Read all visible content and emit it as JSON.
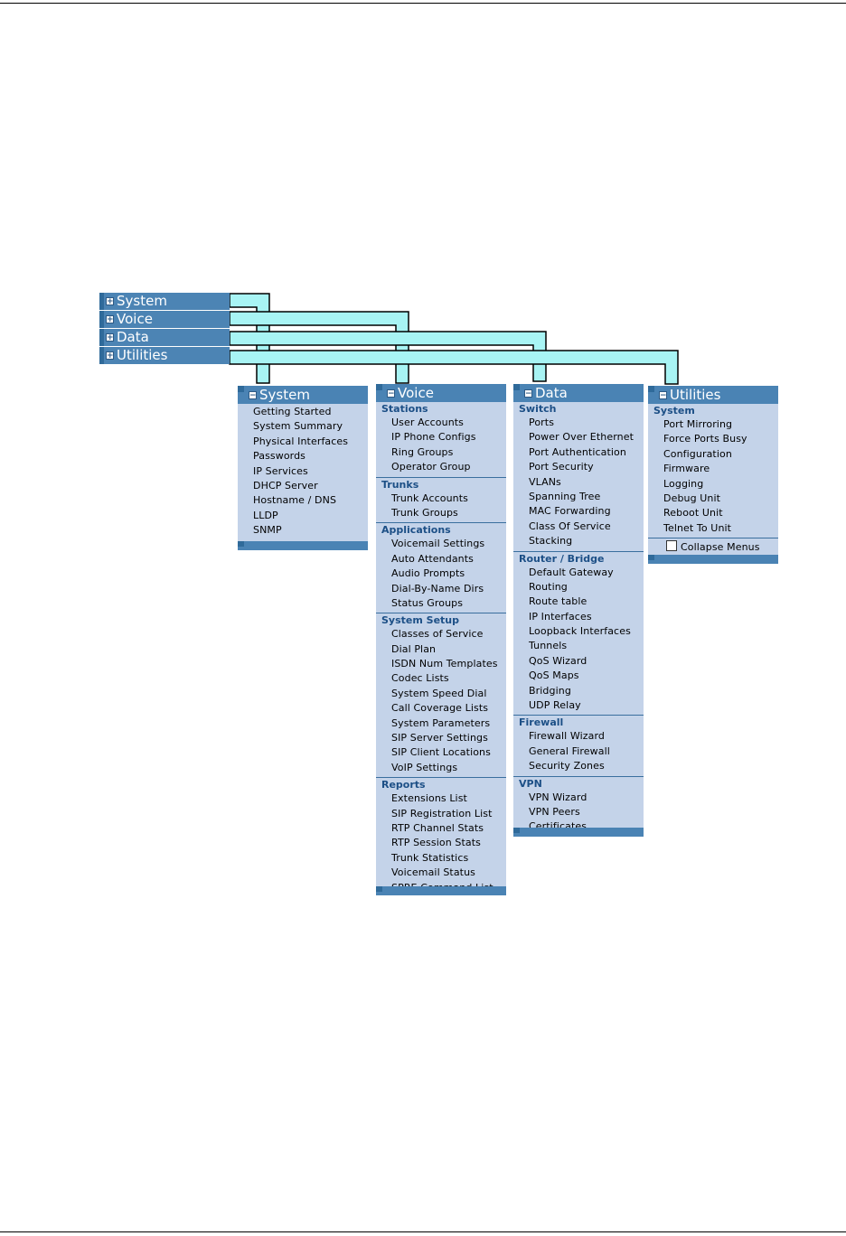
{
  "collapsed_menu": [
    "System",
    "Voice",
    "Data",
    "Utilities"
  ],
  "colors": {
    "header": "#4a83b4",
    "panel": "#c4d3e9",
    "section": "#1c4f86",
    "connector": "#a8f4f4"
  },
  "panels": {
    "system": {
      "title": "System",
      "items": [
        "Getting Started",
        "System Summary",
        "Physical Interfaces",
        "Passwords",
        "IP Services",
        "DHCP Server",
        "Hostname / DNS",
        "LLDP",
        "SNMP"
      ]
    },
    "voice": {
      "title": "Voice",
      "sections": [
        {
          "name": "Stations",
          "items": [
            "User Accounts",
            "IP Phone Configs",
            "Ring Groups",
            "Operator Group"
          ]
        },
        {
          "name": "Trunks",
          "items": [
            "Trunk Accounts",
            "Trunk Groups"
          ]
        },
        {
          "name": "Applications",
          "items": [
            "Voicemail Settings",
            "Auto Attendants",
            "Audio Prompts",
            "Dial-By-Name Dirs",
            "Status Groups"
          ]
        },
        {
          "name": "System Setup",
          "items": [
            "Classes of Service",
            "Dial Plan",
            "ISDN Num Templates",
            "Codec Lists",
            "System Speed Dial",
            "Call Coverage Lists",
            "System Parameters",
            "SIP Server Settings",
            "SIP Client Locations",
            "VoIP Settings"
          ]
        },
        {
          "name": "Reports",
          "items": [
            "Extensions List",
            "SIP Registration List",
            "RTP Channel Stats",
            "RTP Session Stats",
            "Trunk Statistics",
            "Voicemail Status",
            "SPRE Command List"
          ]
        }
      ]
    },
    "data": {
      "title": "Data",
      "sections": [
        {
          "name": "Switch",
          "items": [
            "Ports",
            "Power Over Ethernet",
            "Port Authentication",
            "Port Security",
            "VLANs",
            "Spanning Tree",
            "MAC Forwarding",
            "Class Of Service",
            "Stacking"
          ]
        },
        {
          "name": "Router / Bridge",
          "items": [
            "Default Gateway",
            "Routing",
            "Route table",
            "IP Interfaces",
            "Loopback Interfaces",
            "Tunnels",
            "QoS Wizard",
            "QoS Maps",
            "Bridging",
            "UDP Relay"
          ]
        },
        {
          "name": "Firewall",
          "items": [
            "Firewall Wizard",
            "General Firewall",
            "Security Zones"
          ]
        },
        {
          "name": "VPN",
          "items": [
            "VPN Wizard",
            "VPN Peers",
            "Certificates"
          ]
        }
      ]
    },
    "utilities": {
      "title": "Utilities",
      "sections": [
        {
          "name": "System",
          "items": [
            "Port Mirroring",
            "Force Ports Busy",
            "Configuration",
            "Firmware",
            "Logging",
            "Debug Unit",
            "Reboot Unit",
            "Telnet To Unit"
          ]
        }
      ],
      "collapse_label": "Collapse Menus"
    }
  }
}
